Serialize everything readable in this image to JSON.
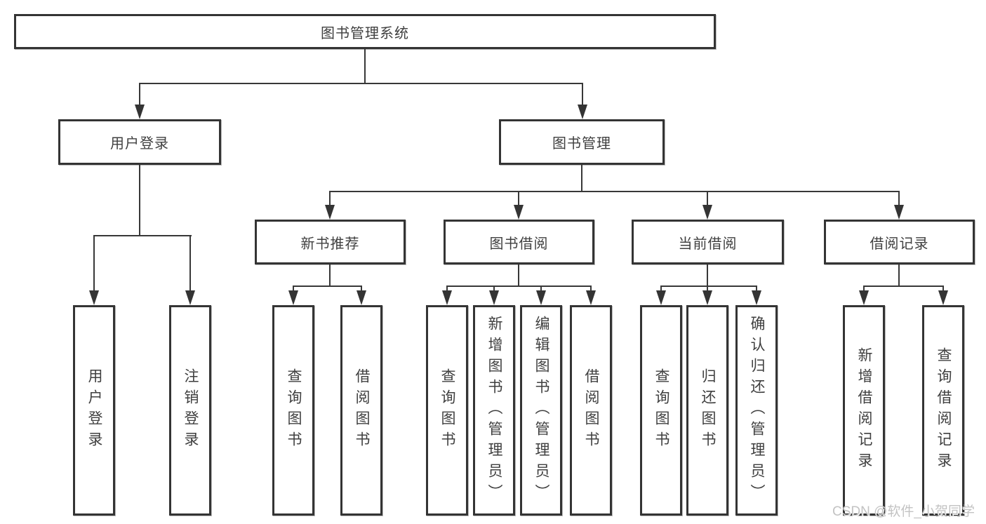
{
  "diagram": {
    "type": "tree",
    "root": "图书管理系统",
    "login": {
      "label": "用户登录",
      "children": [
        "用户登录",
        "注销登录"
      ]
    },
    "management": {
      "label": "图书管理",
      "groups": [
        {
          "label": "新书推荐",
          "children": [
            "查询图书",
            "借阅图书"
          ]
        },
        {
          "label": "图书借阅",
          "children": [
            "查询图书",
            "新增图书（管理员）",
            "编辑图书（管理员）",
            "借阅图书"
          ]
        },
        {
          "label": "当前借阅",
          "children": [
            "查询图书",
            "归还图书",
            "确认归还（管理员）"
          ]
        },
        {
          "label": "借阅记录",
          "children": [
            "新增借阅记录",
            "查询借阅记录"
          ]
        }
      ]
    },
    "watermark": "CSDN @软件_小贺同学",
    "colors": {
      "line": "#383838",
      "border": "#343434",
      "text": "#3f3f3f",
      "background": "#ffffff",
      "watermark": "#c3c3c3"
    }
  }
}
